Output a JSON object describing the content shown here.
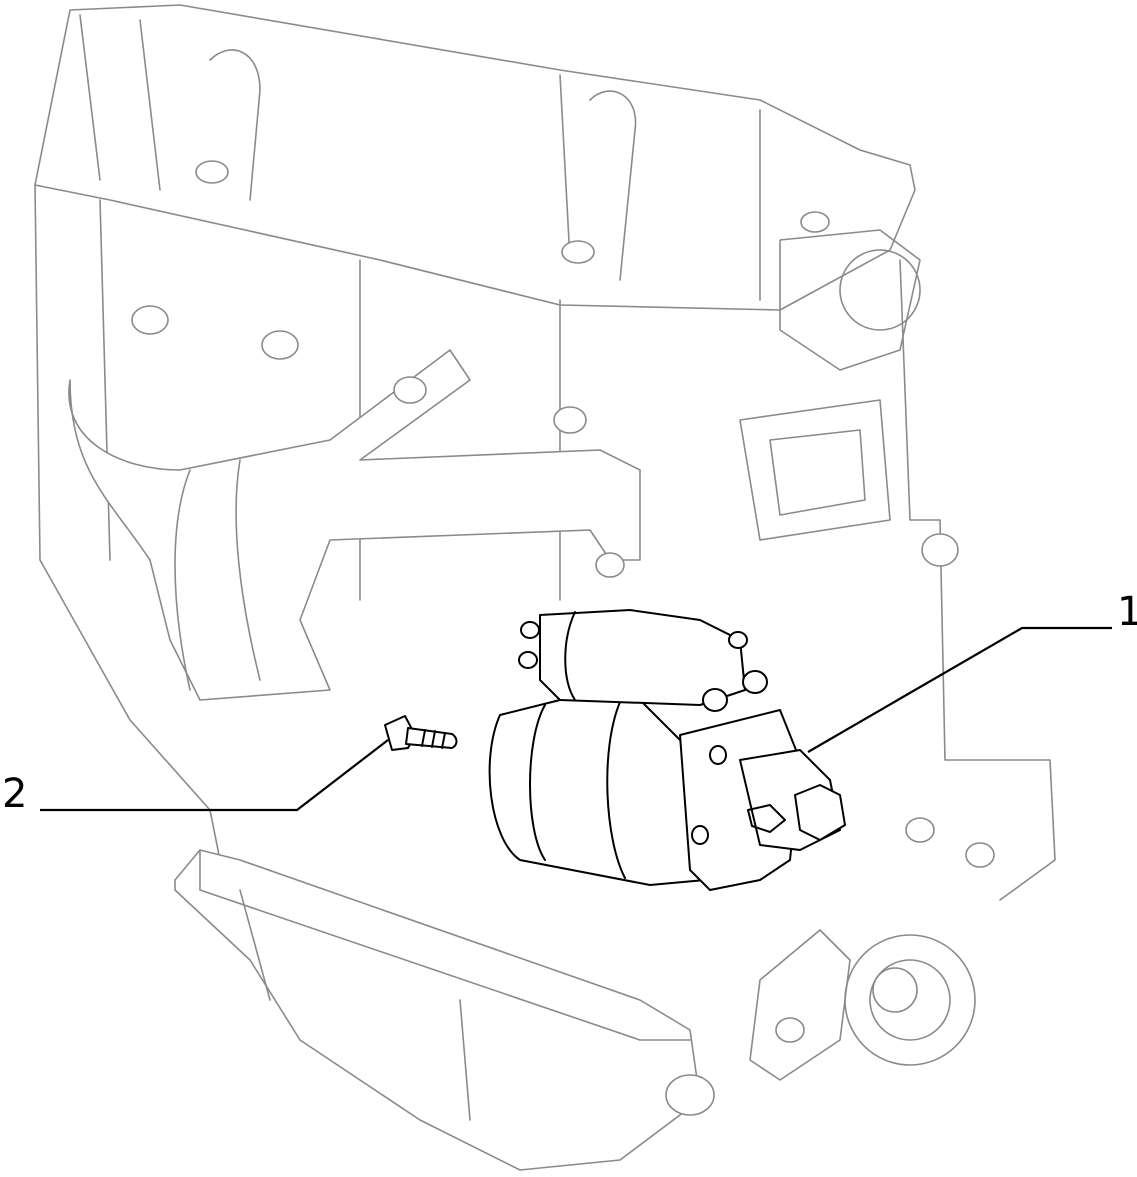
{
  "callouts": [
    {
      "id": "1",
      "label": "1",
      "part": "starter-motor"
    },
    {
      "id": "2",
      "label": "2",
      "part": "mounting-bolt"
    }
  ],
  "colors": {
    "ghost_outline": "#8a8a8a",
    "highlight_outline": "#000000",
    "background": "#ffffff"
  }
}
